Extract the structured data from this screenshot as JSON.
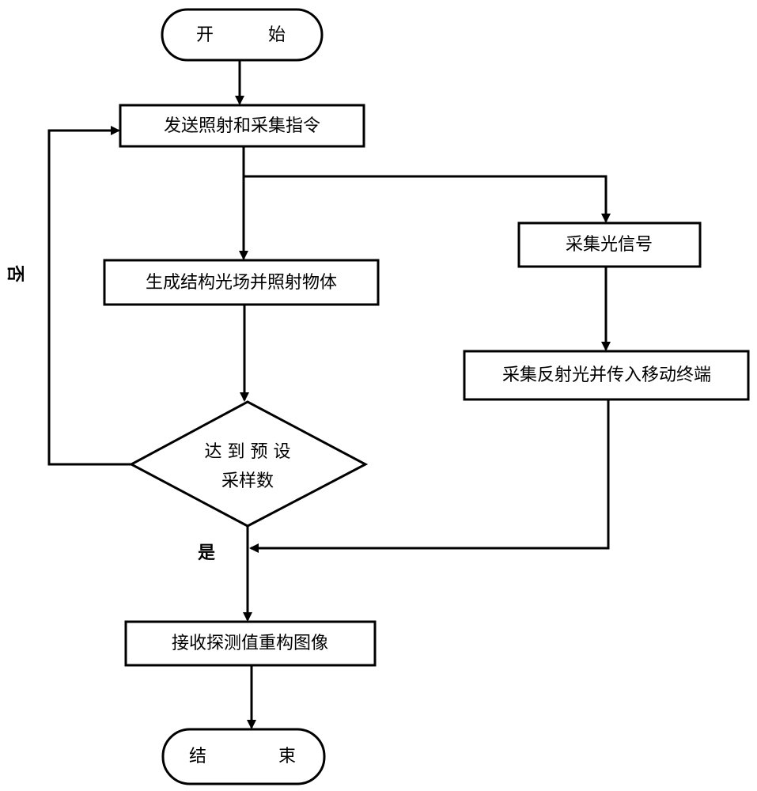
{
  "nodes": {
    "start": {
      "label_left": "开",
      "label_right": "始"
    },
    "send": {
      "label": "发送照射和采集指令"
    },
    "collect_light": {
      "label": "采集光信号"
    },
    "generate": {
      "label": "生成结构光场并照射物体"
    },
    "collect_reflect": {
      "label": "采集反射光并传入移动终端"
    },
    "decision": {
      "line1": "达 到 预 设",
      "line2": "采样数"
    },
    "reconstruct": {
      "label": "接收探测值重构图像"
    },
    "end": {
      "label_left": "结",
      "label_right": "束"
    }
  },
  "edges": {
    "no_label": "否",
    "yes_label": "是"
  }
}
